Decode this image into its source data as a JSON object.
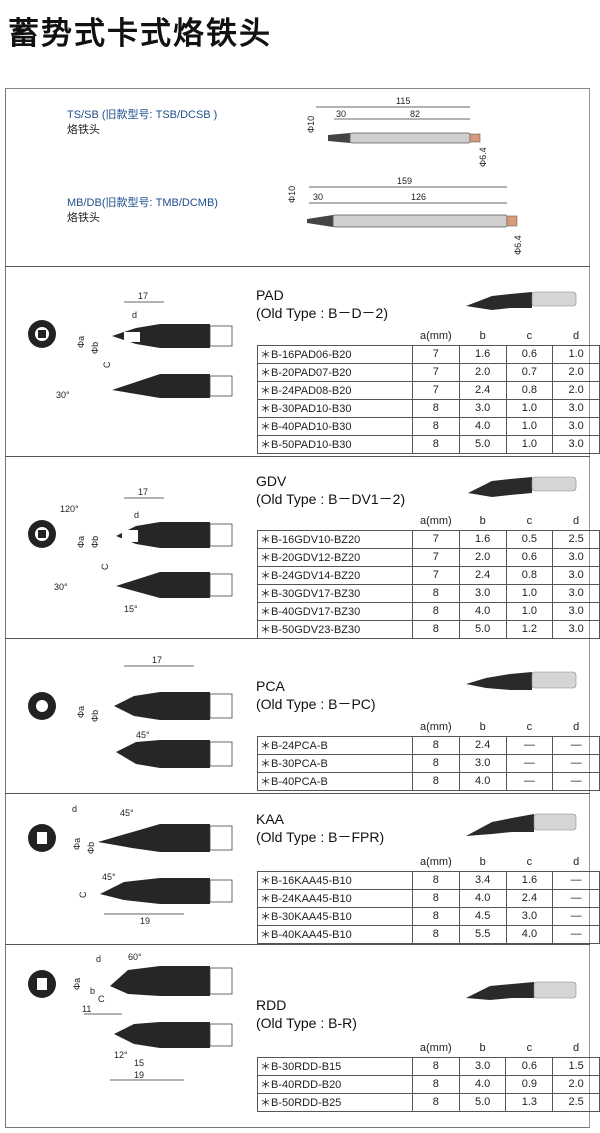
{
  "page": {
    "title": "蓄势式卡式烙铁头"
  },
  "models": [
    {
      "name": "TS/SB (旧款型号: TSB/DCSB )",
      "desc": "烙铁头",
      "dims": {
        "total": "115",
        "mid": "82",
        "tip": "30",
        "dia": "Φ10",
        "end_dia": "Φ6.4"
      }
    },
    {
      "name": "MB/DB(旧款型号: TMB/DCMB)",
      "desc": "烙铁头",
      "dims": {
        "total": "159",
        "mid": "126",
        "tip": "30",
        "dia": "Φ10",
        "end_dia": "Φ6.4"
      }
    }
  ],
  "labels": {
    "phi_a": "Φa",
    "phi_b": "Φb",
    "c": "C",
    "d": "d",
    "b": "b",
    "a_mm": "a(mm)",
    "col_b": "b",
    "col_c": "c",
    "col_d": "d"
  },
  "sections": [
    {
      "id": "pad",
      "title": "PAD",
      "old_type": "(Old Type : B－D－2)",
      "dims": {
        "length": "17",
        "angle": "30°"
      },
      "rows": [
        {
          "model": "＊B-16PAD06-B20",
          "a": "7",
          "b": "1.6",
          "c": "0.6",
          "d": "1.0"
        },
        {
          "model": "＊B-20PAD07-B20",
          "a": "7",
          "b": "2.0",
          "c": "0.7",
          "d": "2.0"
        },
        {
          "model": "＊B-24PAD08-B20",
          "a": "7",
          "b": "2.4",
          "c": "0.8",
          "d": "2.0"
        },
        {
          "model": "＊B-30PAD10-B30",
          "a": "8",
          "b": "3.0",
          "c": "1.0",
          "d": "3.0"
        },
        {
          "model": "＊B-40PAD10-B30",
          "a": "8",
          "b": "4.0",
          "c": "1.0",
          "d": "3.0"
        },
        {
          "model": "＊B-50PAD10-B30",
          "a": "8",
          "b": "5.0",
          "c": "1.0",
          "d": "3.0"
        }
      ]
    },
    {
      "id": "gdv",
      "title": "GDV",
      "old_type": "(Old Type : B－DV1－2)",
      "dims": {
        "length": "17",
        "angle_top": "120°",
        "angle": "30°",
        "angle_small": "15°"
      },
      "rows": [
        {
          "model": "＊B-16GDV10-BZ20",
          "a": "7",
          "b": "1.6",
          "c": "0.5",
          "d": "2.5"
        },
        {
          "model": "＊B-20GDV12-BZ20",
          "a": "7",
          "b": "2.0",
          "c": "0.6",
          "d": "3.0"
        },
        {
          "model": "＊B-24GDV14-BZ20",
          "a": "7",
          "b": "2.4",
          "c": "0.8",
          "d": "3.0"
        },
        {
          "model": "＊B-30GDV17-BZ30",
          "a": "8",
          "b": "3.0",
          "c": "1.0",
          "d": "3.0"
        },
        {
          "model": "＊B-40GDV17-BZ30",
          "a": "8",
          "b": "4.0",
          "c": "1.0",
          "d": "3.0"
        },
        {
          "model": "＊B-50GDV23-BZ30",
          "a": "8",
          "b": "5.0",
          "c": "1.2",
          "d": "3.0"
        }
      ]
    },
    {
      "id": "pca",
      "title": "PCA",
      "old_type": "(Old Type : B－PC)",
      "dims": {
        "length": "17",
        "angle": "45°"
      },
      "rows": [
        {
          "model": "＊B-24PCA-B",
          "a": "8",
          "b": "2.4",
          "c": "—",
          "d": "—"
        },
        {
          "model": "＊B-30PCA-B",
          "a": "8",
          "b": "3.0",
          "c": "—",
          "d": "—"
        },
        {
          "model": "＊B-40PCA-B",
          "a": "8",
          "b": "4.0",
          "c": "—",
          "d": "—"
        }
      ]
    },
    {
      "id": "kaa",
      "title": "KAA",
      "old_type": "(Old Type : B－FPR)",
      "dims": {
        "length": "19",
        "angle": "45°",
        "angle2": "45°"
      },
      "rows": [
        {
          "model": "＊B-16KAA45-B10",
          "a": "8",
          "b": "3.4",
          "c": "1.6",
          "d": "—"
        },
        {
          "model": "＊B-24KAA45-B10",
          "a": "8",
          "b": "4.0",
          "c": "2.4",
          "d": "—"
        },
        {
          "model": "＊B-30KAA45-B10",
          "a": "8",
          "b": "4.5",
          "c": "3.0",
          "d": "—"
        },
        {
          "model": "＊B-40KAA45-B10",
          "a": "8",
          "b": "5.5",
          "c": "4.0",
          "d": "—"
        }
      ]
    },
    {
      "id": "rdd",
      "title": "RDD",
      "old_type": "(Old Type : B-R)",
      "dims": {
        "length": "19",
        "length2": "15",
        "length3": "11",
        "angle": "60°",
        "angle2": "12°"
      },
      "rows": [
        {
          "model": "＊B-30RDD-B15",
          "a": "8",
          "b": "3.0",
          "c": "0.6",
          "d": "1.5"
        },
        {
          "model": "＊B-40RDD-B20",
          "a": "8",
          "b": "4.0",
          "c": "0.9",
          "d": "2.0"
        },
        {
          "model": "＊B-50RDD-B25",
          "a": "8",
          "b": "5.0",
          "c": "1.3",
          "d": "2.5"
        }
      ]
    }
  ]
}
